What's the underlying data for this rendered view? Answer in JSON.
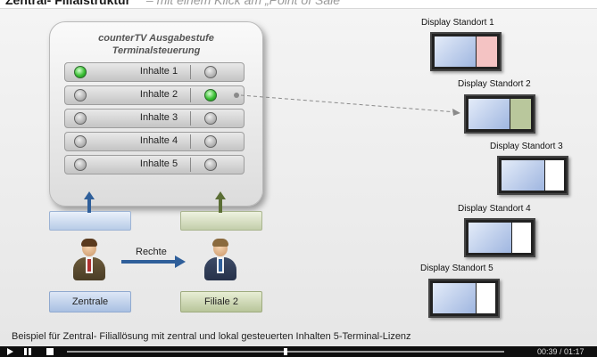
{
  "header": {
    "title": "Zentral- Filialstruktur",
    "subtitle": "– mit einem Klick am „Point of Sale“"
  },
  "panel": {
    "title_line1": "counterTV Ausgabestufe",
    "title_line2": "Terminalsteuerung",
    "rows": [
      {
        "label": "Inhalte 1",
        "left_on": true,
        "right_on": false
      },
      {
        "label": "Inhalte 2",
        "left_on": false,
        "right_on": true
      },
      {
        "label": "Inhalte 3",
        "left_on": false,
        "right_on": false
      },
      {
        "label": "Inhalte 4",
        "left_on": false,
        "right_on": false
      },
      {
        "label": "Inhalte 5",
        "left_on": false,
        "right_on": false
      }
    ]
  },
  "people": {
    "zentrale": "Zentrale",
    "filiale": "Filiale 2",
    "rechte": "Rechte"
  },
  "displays": [
    {
      "label": "Display Standort 1",
      "accent": "#f4c3c3"
    },
    {
      "label": "Display Standort 2",
      "accent": "#b9c79c"
    },
    {
      "label": "Display Standort 3",
      "accent": "#ffffff"
    },
    {
      "label": "Display Standort 4",
      "accent": "#ffffff"
    },
    {
      "label": "Display Standort 5",
      "accent": "#ffffff"
    }
  ],
  "caption": "Beispiel für Zentral- Filiallösung mit zentral und lokal gesteuerten Inhalten  5-Terminal-Lizenz",
  "player": {
    "time": "00:39 / 01:17",
    "progress": 0.5
  },
  "colors": {
    "blue_accent": "#2f5f9a",
    "green_accent": "#5b6e35",
    "led_on": "#3bbf35"
  }
}
